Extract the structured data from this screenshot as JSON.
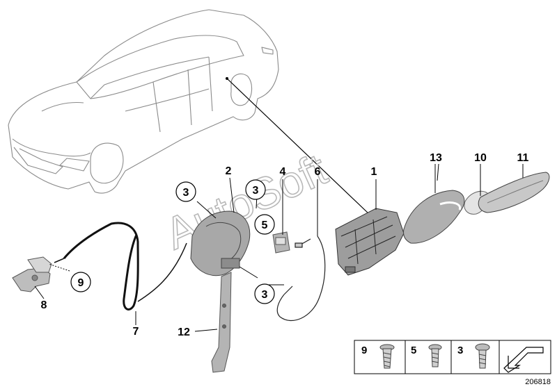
{
  "callouts": [
    "1",
    "2",
    "3",
    "3",
    "3",
    "4",
    "5",
    "6",
    "7",
    "8",
    "9",
    "10",
    "11",
    "12",
    "13"
  ],
  "legend": [
    "9",
    "5",
    "3"
  ],
  "diagram_id": "206818",
  "watermark": "AutoSoft"
}
